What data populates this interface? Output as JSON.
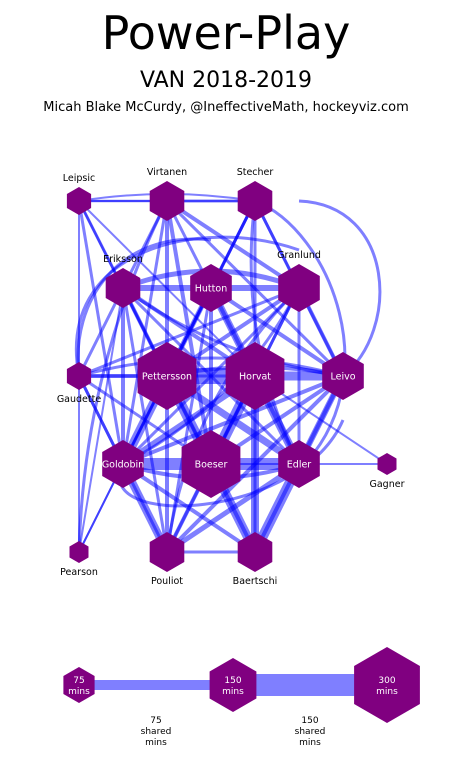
{
  "header": {
    "title": "Power-Play",
    "subtitle": "VAN 2018-2019",
    "byline": "Micah Blake McCurdy, @IneffectiveMath, hockeyviz.com"
  },
  "colors": {
    "node": "#800080",
    "edge": "#0000ff",
    "text": "#000000",
    "inner_text": "#ffffff"
  },
  "players": [
    {
      "name": "Leipsic",
      "label_position": "above",
      "size": "small"
    },
    {
      "name": "Virtanen",
      "label_position": "above",
      "size": "medium"
    },
    {
      "name": "Stecher",
      "label_position": "above",
      "size": "medium"
    },
    {
      "name": "Eriksson",
      "label_position": "above",
      "size": "medium"
    },
    {
      "name": "Hutton",
      "label_position": "inside",
      "size": "medium-large"
    },
    {
      "name": "Granlund",
      "label_position": "above",
      "size": "medium-large"
    },
    {
      "name": "Gaudette",
      "label_position": "below",
      "size": "small"
    },
    {
      "name": "Pettersson",
      "label_position": "inside",
      "size": "large"
    },
    {
      "name": "Horvat",
      "label_position": "inside",
      "size": "large"
    },
    {
      "name": "Leivo",
      "label_position": "inside",
      "size": "medium-large"
    },
    {
      "name": "Goldobin",
      "label_position": "inside",
      "size": "medium-large"
    },
    {
      "name": "Boeser",
      "label_position": "inside",
      "size": "large"
    },
    {
      "name": "Edler",
      "label_position": "inside",
      "size": "medium-large"
    },
    {
      "name": "Gagner",
      "label_position": "below",
      "size": "tiny"
    },
    {
      "name": "Pearson",
      "label_position": "below",
      "size": "tiny"
    },
    {
      "name": "Pouliot",
      "label_position": "below",
      "size": "medium"
    },
    {
      "name": "Baertschi",
      "label_position": "below",
      "size": "medium"
    }
  ],
  "legend": {
    "nodes": [
      {
        "line1": "75",
        "line2": "mins"
      },
      {
        "line1": "150",
        "line2": "mins"
      },
      {
        "line1": "300",
        "line2": "mins"
      }
    ],
    "edges": [
      {
        "line1": "75",
        "line2": "shared",
        "line3": "mins"
      },
      {
        "line1": "150",
        "line2": "shared",
        "line3": "mins"
      }
    ]
  }
}
